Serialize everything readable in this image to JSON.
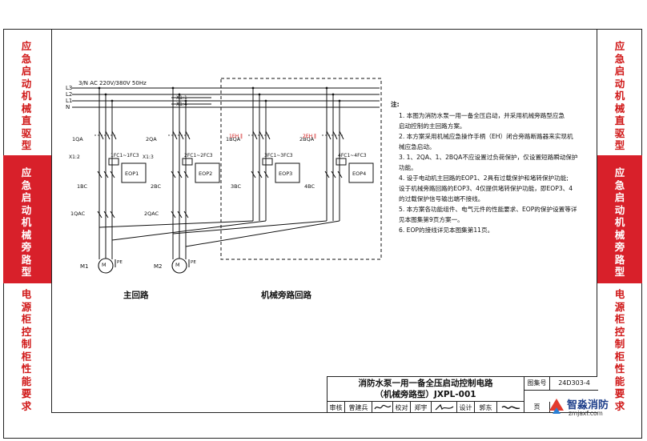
{
  "sidebars": {
    "left": [
      {
        "text": "应急启动机械直驱型",
        "style": "red-on-white"
      },
      {
        "text": "应急启动机械旁路型",
        "style": "white-on-red"
      },
      {
        "text": "电源柜控制柜性能要求",
        "style": "red-on-white"
      }
    ],
    "right": [
      {
        "text": "应急启动机械直驱型",
        "style": "red-on-white"
      },
      {
        "text": "应急启动机械旁路型",
        "style": "white-on-red"
      },
      {
        "text": "电源柜控制柜性能要求",
        "style": "red-on-white"
      }
    ],
    "accent_color": "#d8202a"
  },
  "diagram": {
    "supply_label": "3/N AC 220V/380V 50Hz",
    "buses": [
      "L3",
      "L2",
      "L1",
      "N"
    ],
    "aux_labels": [
      "X1:1",
      "X1:4"
    ],
    "circuits": [
      {
        "qa": "1QA",
        "fc": "1FC1~1FC3",
        "eop": "EOP1",
        "xt": "X1:2",
        "bc": "1BC",
        "qac": "1QAC",
        "motor": "M1",
        "pe": "PE"
      },
      {
        "qa": "2QA",
        "fc": "2FC1~2FC3",
        "eop": "EOP2",
        "xt": "X1:3",
        "bc": "2BC",
        "qac": "2QAC",
        "motor": "M2",
        "pe": "PE"
      },
      {
        "qa": "1BQA",
        "fc": "3FC1~3FC3",
        "eop": "EOP3",
        "bc": "3BC",
        "eh": "1EH"
      },
      {
        "qa": "2BQA",
        "fc": "4FC1~4FC3",
        "eop": "EOP4",
        "bc": "4BC",
        "eh": "2EH"
      }
    ],
    "main_section_label": "主回路",
    "bypass_section_label": "机械旁路回路"
  },
  "notes": {
    "heading": "注:",
    "lines": [
      "1. 本图为消防水泵一用一备全压启动，并采用机械旁路型应急",
      "   启动控制的主回路方案。",
      "2. 本方案采用机械应急操作手柄（EH）闭合旁路断路器来实现机",
      "   械应急启动。",
      "3. 1、2QA、1、2BQA不应设置过负荷保护，仅设置短路瞬动保护",
      "   功能。",
      "4. 设于电动机主回路的EOP1、2具有过载保护和堵转保护功能;",
      "   设于机械旁路回路的EOP3、4仅提供堵转保护功能，即EOP3、4",
      "   的过载保护信号输出端不接线。",
      "5. 本方案各功能组件、电气元件的性能要求、EOP的保护设置等详",
      "   见本图集第9页方案一。",
      "6. EOP的接线详见本图集第11页。"
    ]
  },
  "title_block": {
    "title_line1": "消防水泵一用一备全压启动控制电路",
    "title_line2": "（机械旁路型）JXPL-001",
    "atlas_label": "图集号",
    "atlas_no": "24D303-4",
    "review_label": "审核",
    "reviewer": "曾建兵",
    "check_label": "校对",
    "checker": "郑宇",
    "design_label": "设计",
    "designer": "郭东",
    "page_label": "页"
  },
  "watermark": {
    "brand": "智淼消防",
    "url": "zmjaxf.com"
  }
}
